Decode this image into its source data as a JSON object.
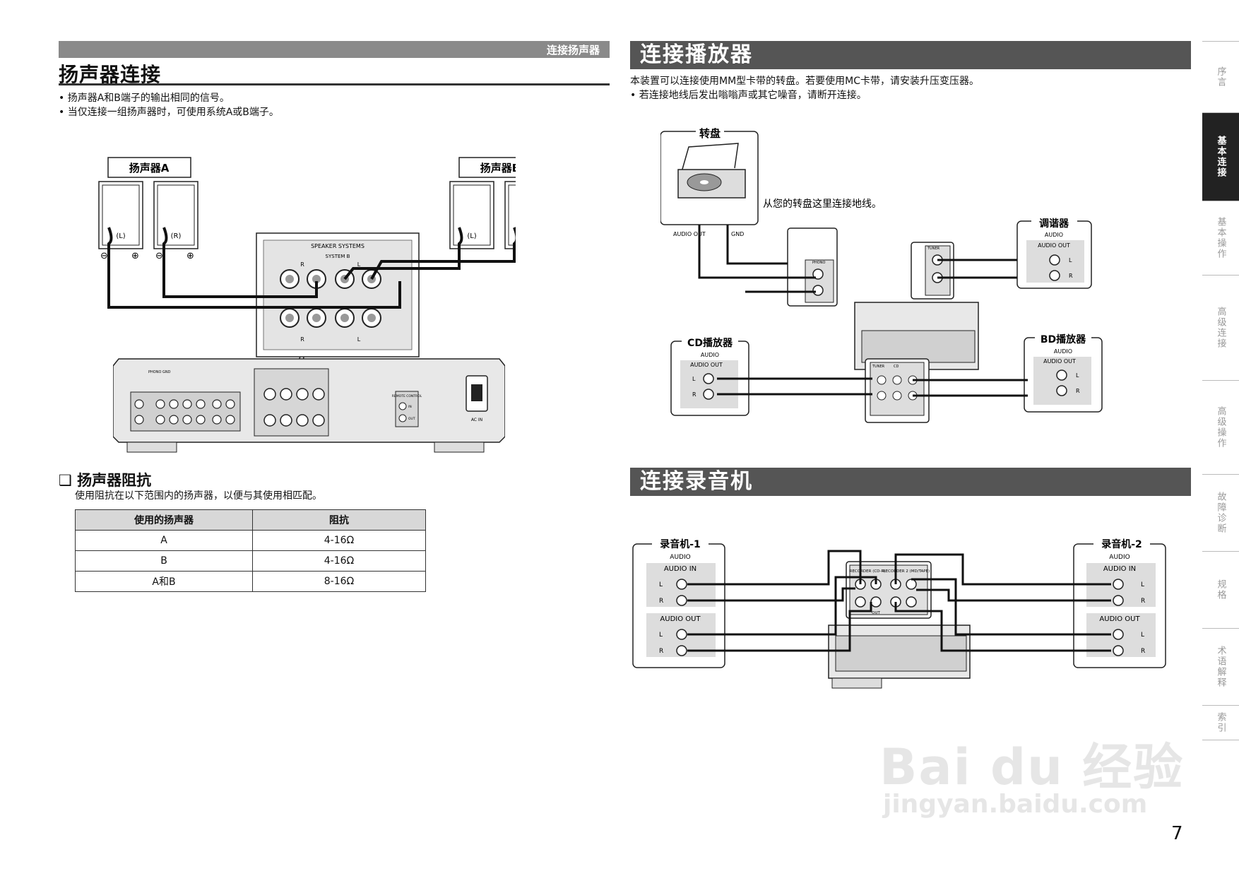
{
  "left": {
    "section_tag": "连接扬声器",
    "title": "扬声器连接",
    "bullets": [
      "扬声器A和B端子的输出相同的信号。",
      "当仅连接一组扬声器时，可使用系统A或B端子。"
    ],
    "diagram": {
      "speaker_a": "扬声器A",
      "speaker_b": "扬声器B",
      "l": "(L)",
      "r": "(R)",
      "speaker_systems": "SPEAKER SYSTEMS",
      "system_b": "SYSTEM B",
      "sys_r": "R",
      "sys_l": "L",
      "phono_gnd": "PHONO GND",
      "remote_control": "REMOTE CONTROL",
      "in": "IN",
      "out": "OUT",
      "ac_in": "AC IN"
    },
    "impedance": {
      "title": "扬声器阻抗",
      "desc": "使用阻抗在以下范围内的扬声器，以便与其使用相匹配。",
      "headers": [
        "使用的扬声器",
        "阻抗"
      ],
      "rows": [
        [
          "A",
          "4-16Ω"
        ],
        [
          "B",
          "4-16Ω"
        ],
        [
          "A和B",
          "8-16Ω"
        ]
      ]
    }
  },
  "right": {
    "player": {
      "title": "连接播放器",
      "text1": "本装置可以连接使用MM型卡带的转盘。若要使用MC卡带，请安装升压变压器。",
      "bullet": "若连接地线后发出嗡嗡声或其它噪音，请断开连接。",
      "turntable": "转盘",
      "ground_note": "从您的转盘这里连接地线。",
      "audio_out": "AUDIO OUT",
      "gnd": "GND",
      "tuner_device": "调谐器",
      "cd_device": "CD播放器",
      "bd_device": "BD播放器",
      "audio": "AUDIO",
      "l": "L",
      "r": "R",
      "phono": "PHONO",
      "tuner": "TUNER",
      "cd": "CD"
    },
    "recorder": {
      "title": "连接录音机",
      "rec1": "录音机-1",
      "rec2": "录音机-2",
      "audio": "AUDIO",
      "audio_in": "AUDIO IN",
      "audio_out": "AUDIO OUT",
      "l": "L",
      "r": "R",
      "recorder1": "RECORDER (CD-R)",
      "recorder2": "RECORDER 2 (MD/TAPE)",
      "out": "OUT"
    }
  },
  "side_tabs": [
    {
      "label": "序言",
      "active": false
    },
    {
      "label": "基本连接",
      "active": true
    },
    {
      "label": "基本操作",
      "active": false
    },
    {
      "label": "高级连接",
      "active": false
    },
    {
      "label": "高级操作",
      "active": false
    },
    {
      "label": "故障诊断",
      "active": false
    },
    {
      "label": "规格",
      "active": false
    },
    {
      "label": "术语解释",
      "active": false
    },
    {
      "label": "索引",
      "active": false
    }
  ],
  "page_number": "7",
  "watermark": {
    "logo": "Bai du 经验",
    "url": "jingyan.baidu.com"
  }
}
